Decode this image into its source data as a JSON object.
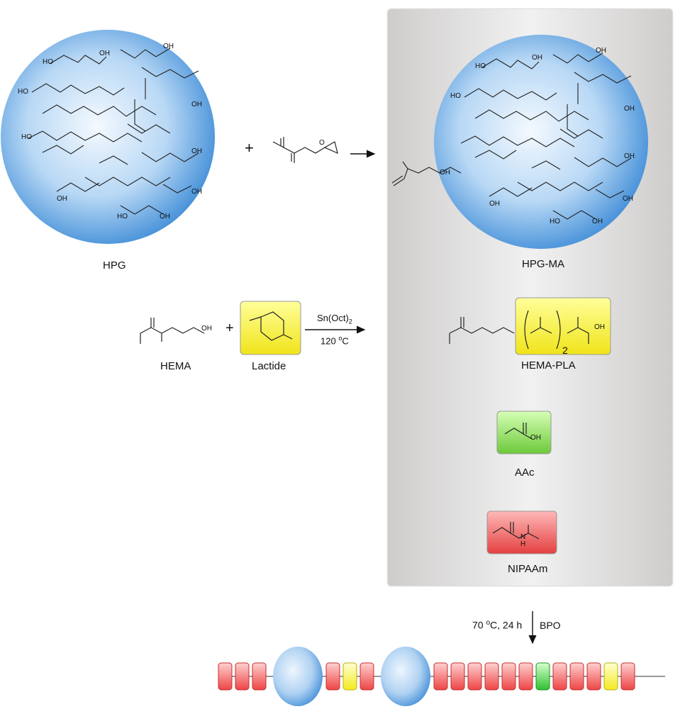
{
  "labels": {
    "hpg": "HPG",
    "hpg_ma": "HPG-MA",
    "hema": "HEMA",
    "lactide": "Lactide",
    "hema_pla": "HEMA-PLA",
    "aac": "AAc",
    "nipaam": "NIPAAm",
    "plus1": "+",
    "plus2": "+"
  },
  "conditions": {
    "catalyst_main": "Sn(Oct)",
    "catalyst_sub": "2",
    "temp": "120",
    "temp_sup": "o",
    "temp_unit": "C",
    "poly_temp": "70",
    "poly_sup": "o",
    "poly_rest": "C, 24 h",
    "initiator": "BPO"
  },
  "atoms": {
    "oh": "OH",
    "ho": "HO",
    "o": "O",
    "n": "N",
    "h": "H",
    "repeat": "2"
  },
  "colors": {
    "sphere_light": "#eaf4fc",
    "sphere_dark": "#3b8ad6",
    "lactide_box": "#f4ee2a",
    "aac_box": "#76d13b",
    "nipaam_box": "#e64848",
    "chain_red": "#f05050",
    "chain_yellow": "#f6f040",
    "chain_green": "#40c040"
  },
  "polymer_chain": [
    "red",
    "red",
    "red",
    "sphere",
    "red",
    "yellow",
    "red",
    "sphere",
    "red",
    "red",
    "red",
    "red",
    "red",
    "red",
    "green",
    "red",
    "red",
    "red",
    "yellow",
    "red"
  ]
}
